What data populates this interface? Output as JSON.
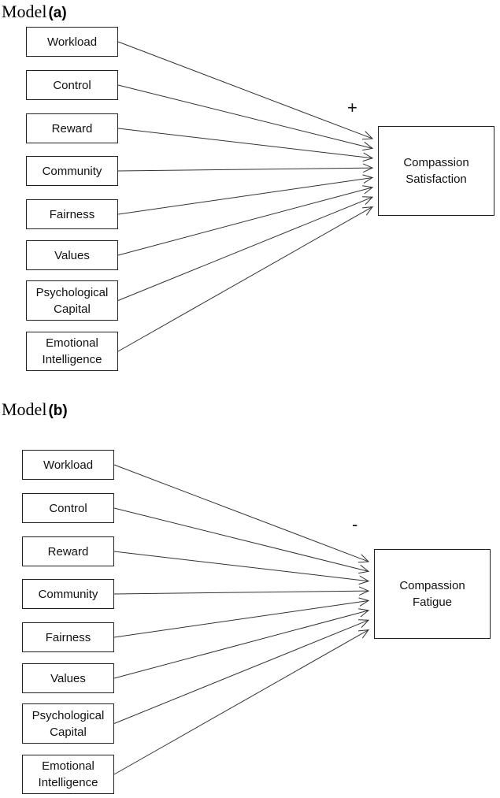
{
  "models": [
    {
      "title_word": "Model",
      "title_tag": "(a)",
      "predictors": [
        "Workload",
        "Control",
        "Reward",
        "Community",
        "Fairness",
        "Values",
        "Psychological\nCapital",
        "Emotional\nIntelligence"
      ],
      "outcome": "Compassion\nSatisfaction",
      "sign": "+"
    },
    {
      "title_word": "Model",
      "title_tag": "(b)",
      "predictors": [
        "Workload",
        "Control",
        "Reward",
        "Community",
        "Fairness",
        "Values",
        "Psychological\nCapital",
        "Emotional\nIntelligence"
      ],
      "outcome": "Compassion\nFatigue",
      "sign": "-"
    }
  ]
}
